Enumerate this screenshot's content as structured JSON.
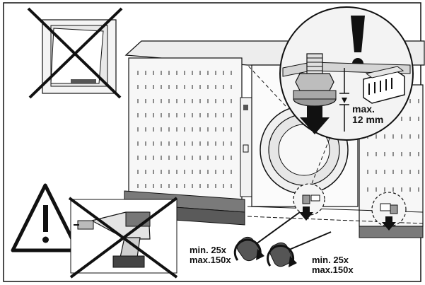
{
  "illustration": {
    "height_note": {
      "line1": "max.",
      "line2": "12 mm"
    },
    "turns_left": {
      "line1": "min. 25x",
      "line2": "max.150x"
    },
    "turns_right": {
      "line1": "min. 25x",
      "line2": "max.150x"
    }
  },
  "colors": {
    "line": "#111111",
    "panel_fill": "#ececec",
    "panel_dark": "#7a7a7a",
    "background": "#ffffff"
  },
  "icons": [
    "no-door-panel-icon",
    "warning-triangle-icon",
    "no-power-drill-icon",
    "caution-exclamation-icon",
    "adjustable-foot-icon",
    "screwdriver-icon",
    "rotate-arrow-icon"
  ]
}
